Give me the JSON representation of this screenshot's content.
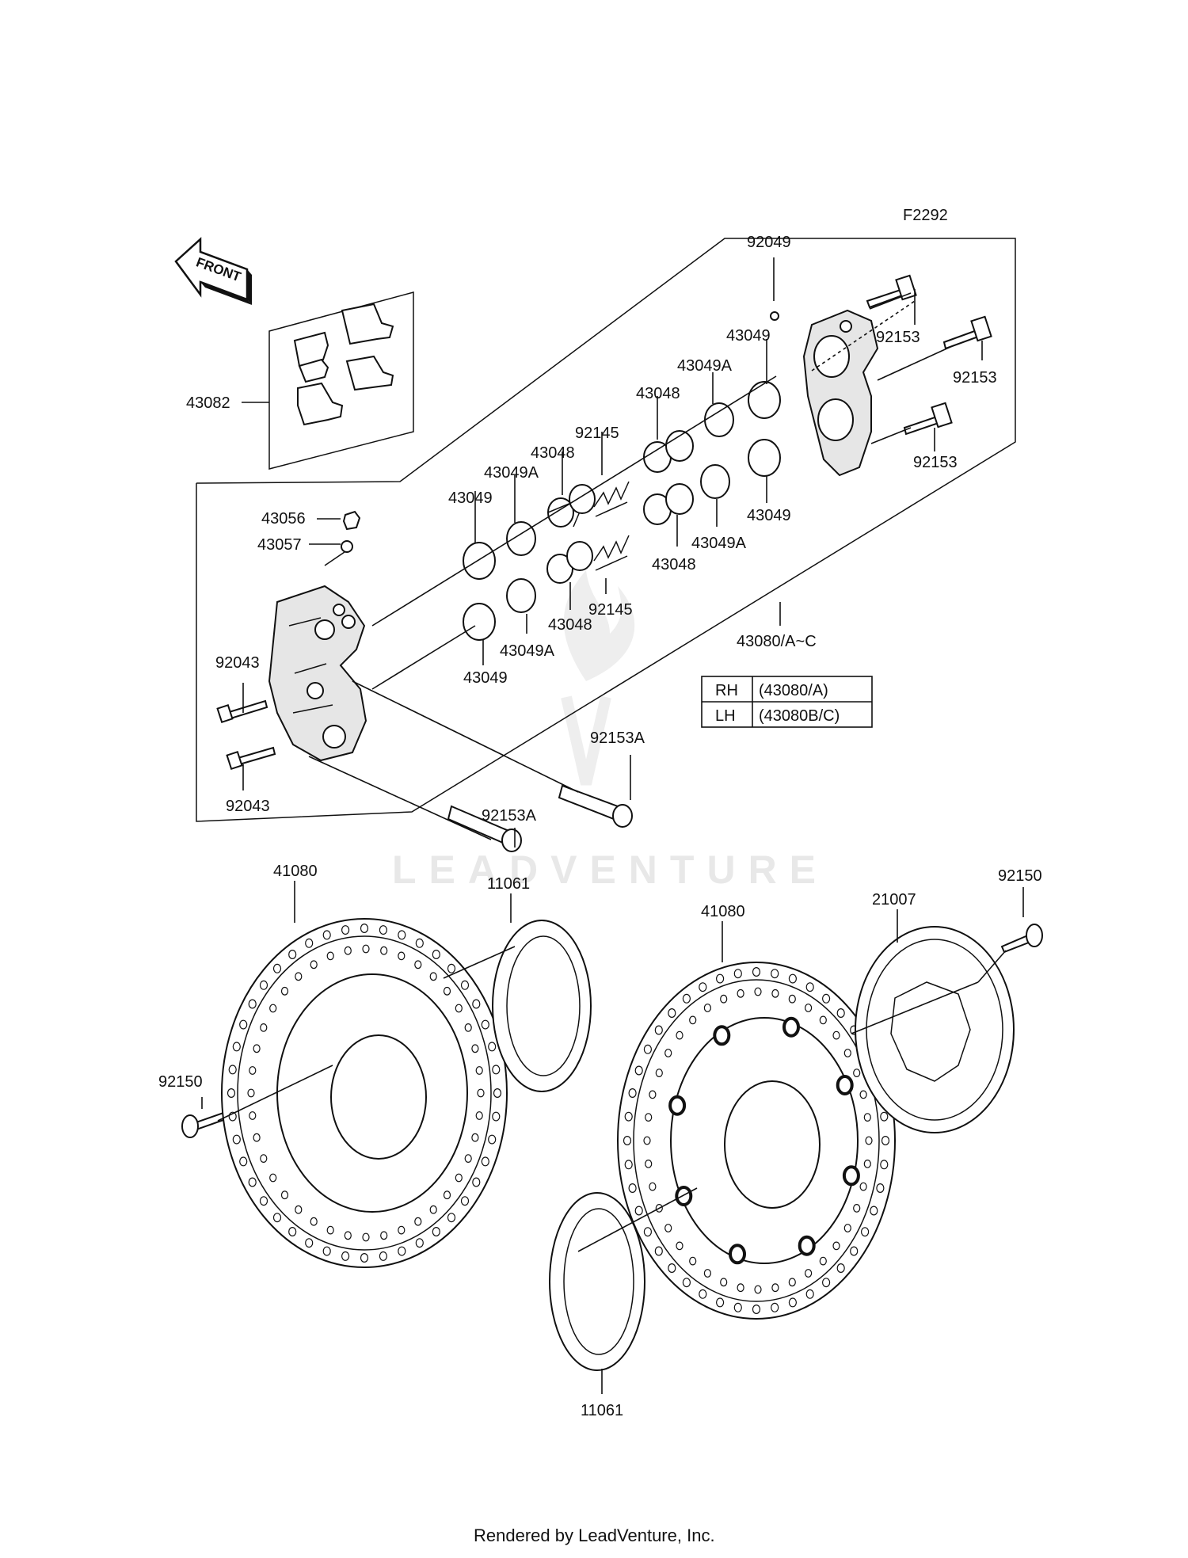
{
  "diagram": {
    "figure_code": "F2292",
    "front_arrow_text": "FRONT",
    "watermark": "LEADVENTURE",
    "footer": "Rendered by LeadVenture, Inc.",
    "colors": {
      "line": "#111111",
      "background": "#ffffff",
      "watermark": "#e8e8e8"
    },
    "callouts": [
      {
        "id": "c-43082",
        "label": "43082"
      },
      {
        "id": "c-92049",
        "label": "92049"
      },
      {
        "id": "c-92153-a",
        "label": "92153"
      },
      {
        "id": "c-92153-b",
        "label": "92153"
      },
      {
        "id": "c-92153-c",
        "label": "92153"
      },
      {
        "id": "c-43049-top",
        "label": "43049"
      },
      {
        "id": "c-43049A-top",
        "label": "43049A"
      },
      {
        "id": "c-43048-top",
        "label": "43048"
      },
      {
        "id": "c-92145-top",
        "label": "92145"
      },
      {
        "id": "c-43048-mid",
        "label": "43048"
      },
      {
        "id": "c-43049A-mid",
        "label": "43049A"
      },
      {
        "id": "c-43049-mid",
        "label": "43049"
      },
      {
        "id": "c-43049-right",
        "label": "43049"
      },
      {
        "id": "c-43049A-right",
        "label": "43049A"
      },
      {
        "id": "c-43048-right",
        "label": "43048"
      },
      {
        "id": "c-92145-bottom",
        "label": "92145"
      },
      {
        "id": "c-43048-bottom",
        "label": "43048"
      },
      {
        "id": "c-43049A-bottom",
        "label": "43049A"
      },
      {
        "id": "c-43049-bottom",
        "label": "43049"
      },
      {
        "id": "c-43056",
        "label": "43056"
      },
      {
        "id": "c-43057",
        "label": "43057"
      },
      {
        "id": "c-92043-top",
        "label": "92043"
      },
      {
        "id": "c-92043-bottom",
        "label": "92043"
      },
      {
        "id": "c-43080",
        "label": "43080/A~C"
      },
      {
        "id": "c-92153A-top",
        "label": "92153A"
      },
      {
        "id": "c-92153A-bottom",
        "label": "92153A"
      },
      {
        "id": "c-41080-left",
        "label": "41080"
      },
      {
        "id": "c-11061-top",
        "label": "11061"
      },
      {
        "id": "c-41080-right",
        "label": "41080"
      },
      {
        "id": "c-21007",
        "label": "21007"
      },
      {
        "id": "c-92150-right",
        "label": "92150"
      },
      {
        "id": "c-92150-left",
        "label": "92150"
      },
      {
        "id": "c-11061-bottom",
        "label": "11061"
      }
    ],
    "side_table": {
      "rows": [
        {
          "side": "RH",
          "part": "(43080/A)"
        },
        {
          "side": "LH",
          "part": "(43080B/C)"
        }
      ]
    }
  }
}
